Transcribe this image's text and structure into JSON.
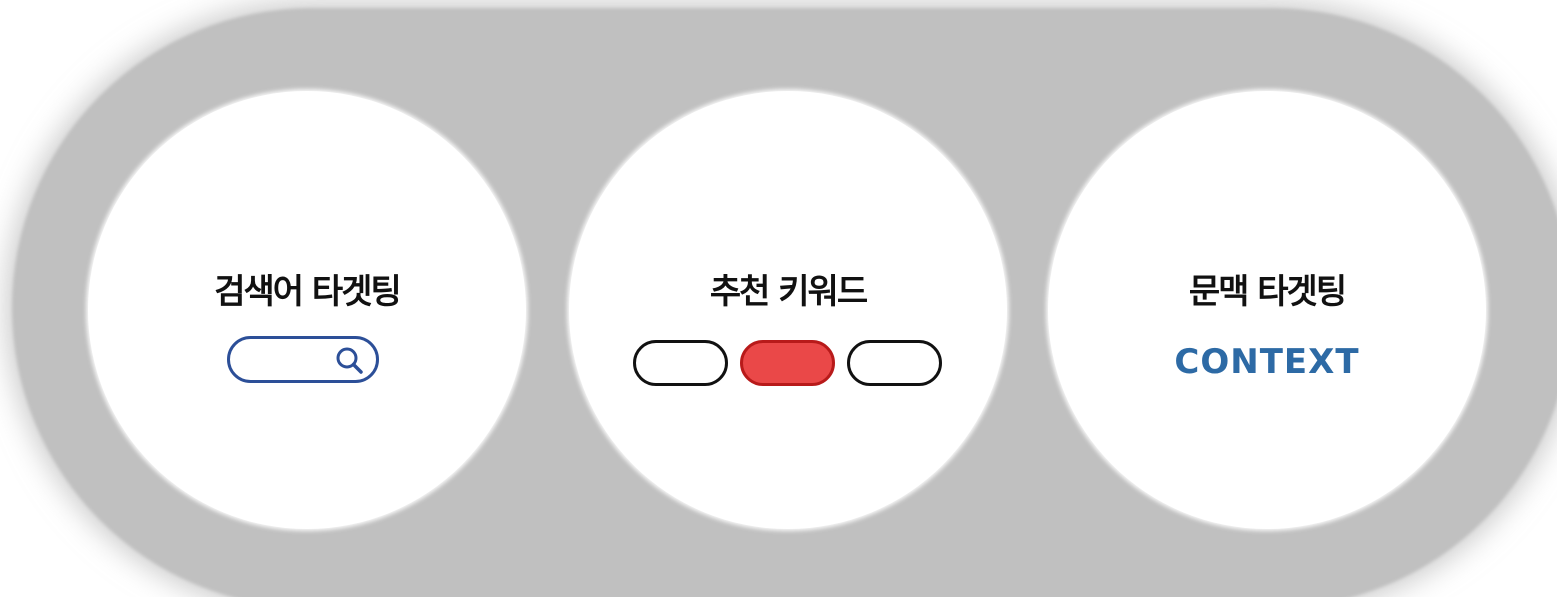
{
  "panels": [
    {
      "title": "검색어 타겟팅",
      "icon": "search-box-icon"
    },
    {
      "title": "추천 키워드",
      "icon": "keyword-pills-icon"
    },
    {
      "title": "문맥 타겟팅",
      "label": "CONTEXT"
    }
  ],
  "colors": {
    "capsule": "#c0c0c0",
    "search_border": "#2c4f98",
    "pill_active": "#ea4848",
    "pill_active_border": "#b81a1a",
    "context_text": "#2d6aa5"
  }
}
